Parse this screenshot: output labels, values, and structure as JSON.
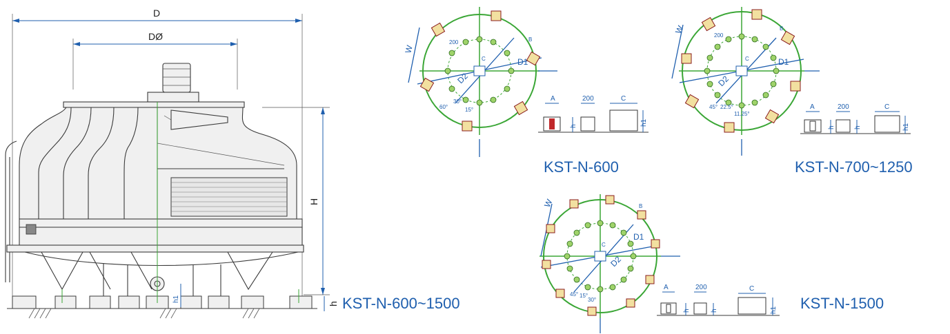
{
  "main_drawing": {
    "dim_D": "D",
    "dim_D0": "DØ",
    "dim_H": "H",
    "dim_h": "h",
    "dim_h1": "h1",
    "model_label": "KST-N-600~1500"
  },
  "plan_600": {
    "model_label": "KST-N-600",
    "labels": {
      "W": "W",
      "D1": "D1",
      "D2": "D2",
      "C": "C",
      "B": "B",
      "A": "A",
      "h": "h",
      "h1": "h1",
      "dim_200": "200",
      "deg_15": "15°",
      "deg_30": "30°",
      "deg_60": "60°"
    }
  },
  "plan_700": {
    "model_label": "KST-N-700~1250",
    "labels": {
      "W": "W",
      "D1": "D1",
      "D2": "D2",
      "C": "C",
      "B": "B",
      "A": "A",
      "h": "h",
      "h1": "h1",
      "dim_200": "200",
      "deg_45": "45°",
      "deg_22_5": "22.5°",
      "deg_11_25": "11.25°"
    }
  },
  "plan_1500": {
    "model_label": "KST-N-1500",
    "labels": {
      "W": "W",
      "D1": "D1",
      "D2": "D2",
      "C": "C",
      "B": "B",
      "A": "A",
      "h": "h",
      "h1": "h1",
      "dim_200": "200",
      "deg_45": "45°",
      "deg_15": "15°",
      "deg_30": "30°"
    }
  }
}
